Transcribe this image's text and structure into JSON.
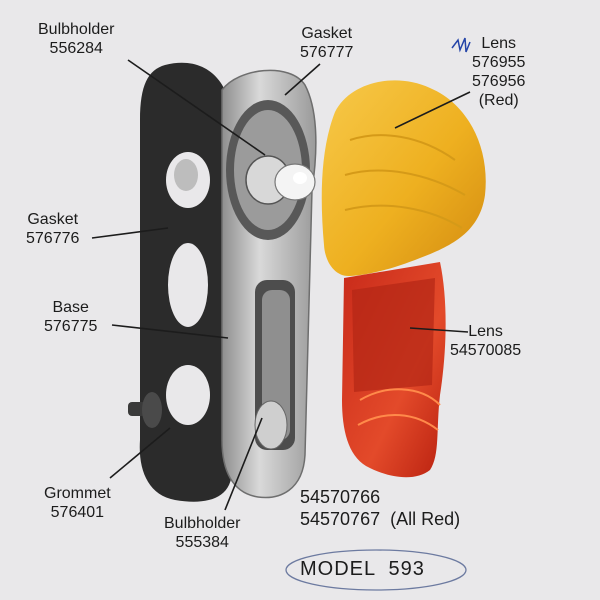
{
  "labels": {
    "bulbholder_top": {
      "name": "Bulbholder",
      "part": "556284"
    },
    "gasket_top": {
      "name": "Gasket",
      "part": "576777"
    },
    "lens_amber": {
      "name": "Lens",
      "part1": "576955",
      "part2": "576956",
      "note": "(Red)"
    },
    "gasket_left": {
      "name": "Gasket",
      "part": "576776"
    },
    "base": {
      "name": "Base",
      "part": "576775"
    },
    "lens_red": {
      "name": "Lens",
      "part": "54570085"
    },
    "grommet": {
      "name": "Grommet",
      "part": "576401"
    },
    "bulbholder_bottom": {
      "name": "Bulbholder",
      "part": "555384"
    }
  },
  "assembly_parts": {
    "line1": "54570766",
    "line2": "54570767  (All Red)"
  },
  "model": "MODEL  593",
  "colors": {
    "background": "#e9e8ea",
    "amber_lens": "#f0b21d",
    "red_lens": "#d93a22",
    "gasket": "#2b2b2b",
    "base_metal": "#b9b9b9"
  }
}
